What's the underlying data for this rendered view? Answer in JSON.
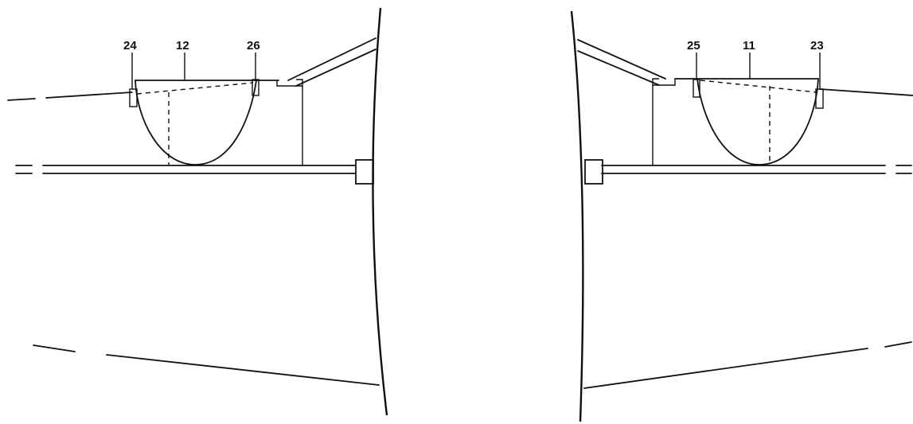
{
  "labels": {
    "left_outer": "24",
    "left_center": "12",
    "left_inner": "26",
    "right_inner": "25",
    "right_center": "11",
    "right_outer": "23"
  }
}
